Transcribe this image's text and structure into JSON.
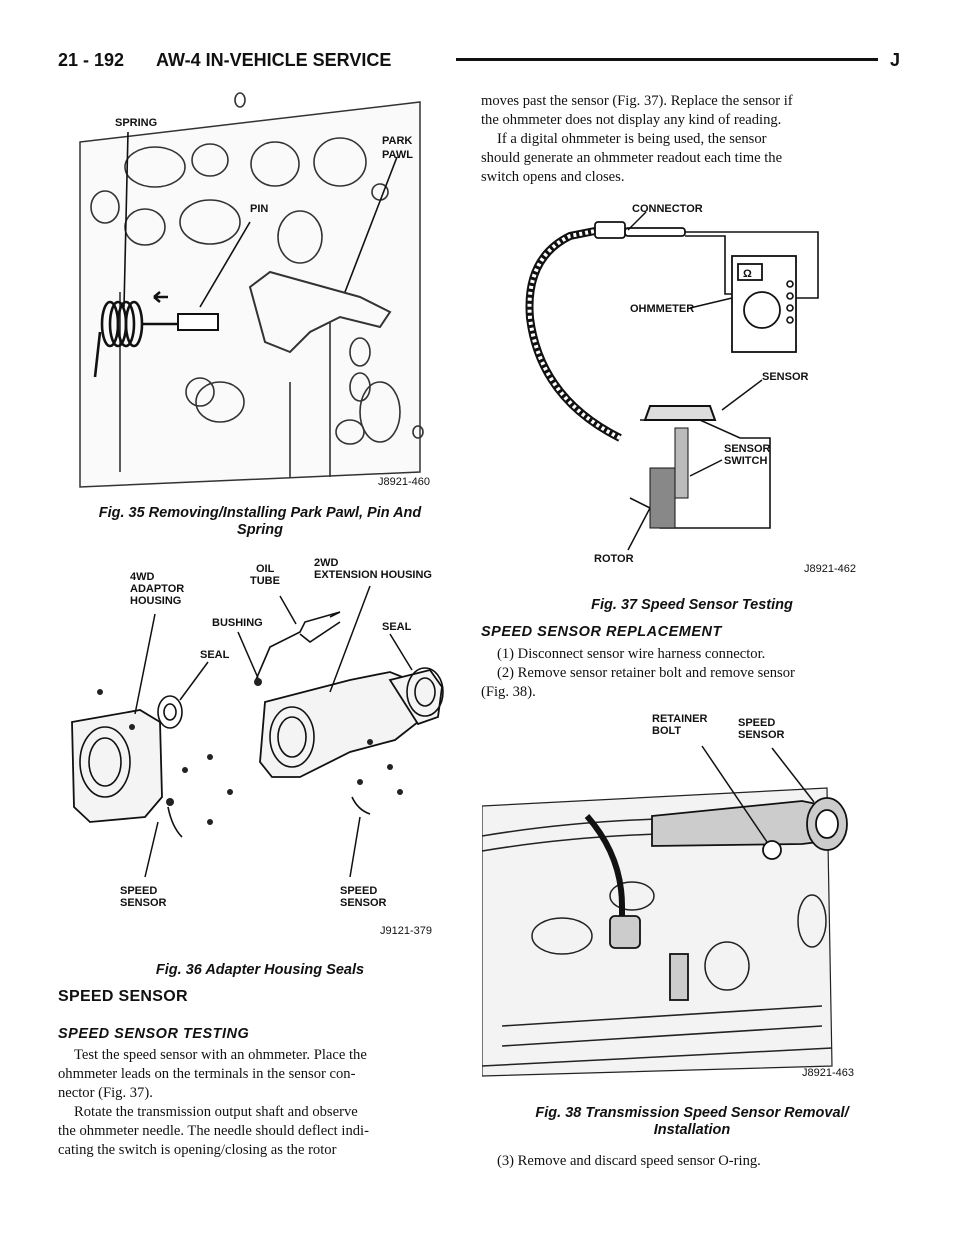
{
  "header": {
    "page_number": "21 - 192",
    "section_title": "AW-4 IN-VEHICLE SERVICE",
    "code": "J"
  },
  "figures": {
    "fig35": {
      "caption_line1": "Fig. 35 Removing/Installing Park Pawl, Pin And",
      "caption_line2": "Spring",
      "labels": {
        "spring": "SPRING",
        "park": "PARK",
        "pawl": "PAWL",
        "pin": "PIN"
      },
      "image_id": "J8921-460"
    },
    "fig36": {
      "caption": "Fig. 36 Adapter Housing Seals",
      "labels": {
        "fourwd_1": "4WD",
        "fourwd_2": "ADAPTOR",
        "fourwd_3": "HOUSING",
        "oil_1": "OIL",
        "oil_2": "TUBE",
        "twowd_1": "2WD",
        "twowd_2": "EXTENSION HOUSING",
        "bushing": "BUSHING",
        "seal_left": "SEAL",
        "seal_right": "SEAL",
        "speed_left_1": "SPEED",
        "speed_left_2": "SENSOR",
        "speed_right_1": "SPEED",
        "speed_right_2": "SENSOR"
      },
      "image_id": "J9121-379"
    },
    "fig37": {
      "caption": "Fig. 37 Speed Sensor Testing",
      "labels": {
        "connector": "CONNECTOR",
        "ohmmeter": "OHMMETER",
        "omega": "Ω",
        "sensor": "SENSOR",
        "switch_1": "SENSOR",
        "switch_2": "SWITCH",
        "rotor": "ROTOR"
      },
      "image_id": "J8921-462"
    },
    "fig38": {
      "caption_line1": "Fig. 38 Transmission Speed Sensor Removal/",
      "caption_line2": "Installation",
      "labels": {
        "retainer_1": "RETAINER",
        "retainer_2": "BOLT",
        "speed_1": "SPEED",
        "speed_2": "SENSOR"
      },
      "image_id": "J8921-463"
    }
  },
  "left_text": {
    "section_heading": "SPEED SENSOR",
    "sub_heading": "SPEED SENSOR TESTING",
    "p1_l1": "Test the speed sensor with an ohmmeter. Place the",
    "p1_l2": "ohmmeter leads on the terminals in the sensor con-",
    "p1_l3": "nector (Fig. 37).",
    "p2_l1": "Rotate the transmission output shaft and observe",
    "p2_l2": "the ohmmeter needle. The needle should deflect indi-",
    "p2_l3": "cating the switch is opening/closing as the rotor"
  },
  "right_text": {
    "p1_l1": "moves past the sensor (Fig. 37). Replace the sensor if",
    "p1_l2": "the ohmmeter does not display any kind of reading.",
    "p2_l1": "If a digital ohmmeter is being used, the sensor",
    "p2_l2": "should generate an ohmmeter readout each time the",
    "p2_l3": "switch opens and closes.",
    "sub_heading": "SPEED SENSOR REPLACEMENT",
    "step1": "(1) Disconnect sensor wire harness connector.",
    "step2_l1": "(2) Remove sensor retainer bolt and remove sensor",
    "step2_l2": "(Fig. 38).",
    "step3": "(3) Remove and discard speed sensor O-ring."
  }
}
